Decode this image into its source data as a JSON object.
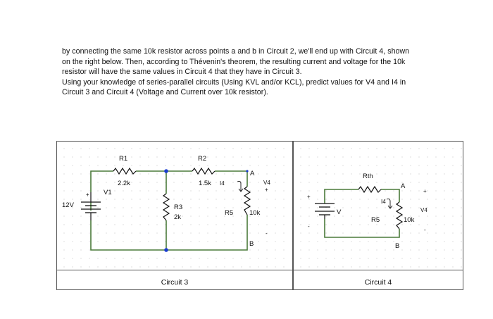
{
  "paragraph": {
    "lines": [
      "by connecting the same 10k resistor across points a and b in Circuit 2, we'll end up with Circuit 4, shown",
      "on the right below. Then, according to Thévenin's theorem, the resulting current and voltage for the 10k",
      "resistor will have the same values in Circuit 4 that they have in Circuit 3.",
      "Using your knowledge of series-parallel circuits (Using KVL and/or KCL), predict values for V4 and I4 in",
      "Circuit 3 and Circuit 4 (Voltage and Current over 10k resistor)."
    ]
  },
  "circuit3": {
    "caption": "Circuit 3",
    "source_label": "12V",
    "source_name": "V1",
    "plus": "+",
    "minus": "-",
    "r1_name": "R1",
    "r1_value": "2.2k",
    "r2_name": "R2",
    "r2_value": "1.5k",
    "r3_name": "R3",
    "r3_value": "2k",
    "r5_name": "R5",
    "r5_value": "10k",
    "current_label": "I4",
    "voltage_label": "V4",
    "node_a": "A",
    "node_b": "B"
  },
  "circuit4": {
    "caption": "Circuit 4",
    "source_label": "V",
    "plus": "+",
    "minus": "-",
    "rth_name": "Rth",
    "r5_name": "R5",
    "r5_value": "10k",
    "current_label": "I4",
    "voltage_label": "V4",
    "node_a": "A",
    "node_b": "B"
  },
  "colors": {
    "wire": "#4a7a3a",
    "node": "#1a3cd0",
    "component": "#111111"
  }
}
